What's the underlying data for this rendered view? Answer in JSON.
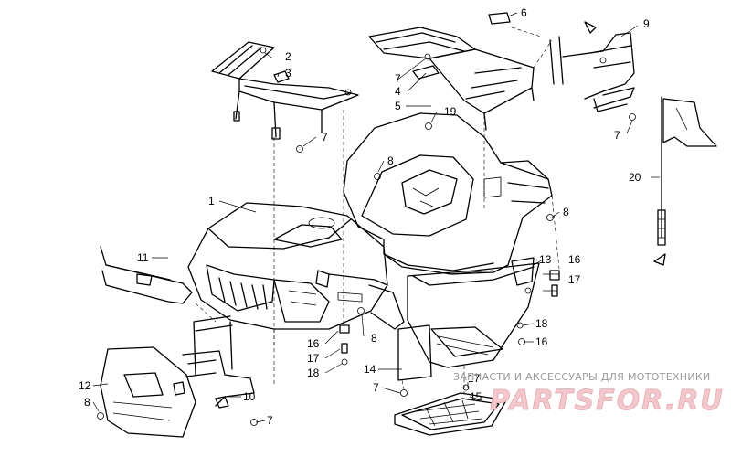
{
  "callouts": {
    "c1": "1",
    "c2": "2",
    "c3": "3",
    "c4": "4",
    "c5": "5",
    "c6": "6",
    "c7a": "7",
    "c7b": "7",
    "c7c": "7",
    "c7d": "7",
    "c7e": "7",
    "c8a": "8",
    "c8b": "8",
    "c8c": "8",
    "c8d": "8",
    "c9": "9",
    "c10": "10",
    "c11": "11",
    "c12": "12",
    "c13": "13",
    "c14": "14",
    "c15": "15",
    "c16a": "16",
    "c16b": "16",
    "c16c": "16",
    "c17a": "17",
    "c17b": "17",
    "c17c": "17",
    "c18a": "18",
    "c18b": "18",
    "c19": "19",
    "c20": "20"
  },
  "watermark": {
    "caption": "ЗАПЧАСТИ И АКСЕССУАРЫ ДЛЯ МОТОТЕХНИКИ",
    "brand": "PARTSFOR.RU"
  }
}
